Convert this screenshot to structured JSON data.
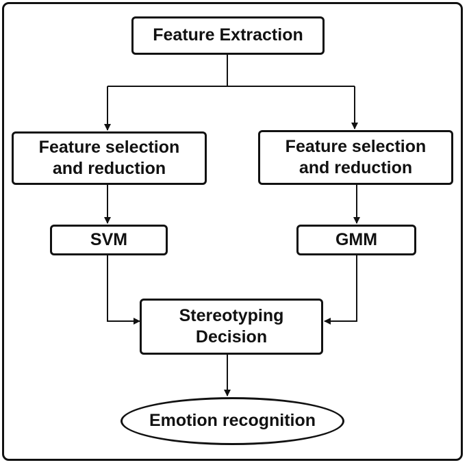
{
  "nodes": {
    "feature_extraction": "Feature Extraction",
    "feature_selection_left": "Feature selection and reduction",
    "feature_selection_right": "Feature selection and reduction",
    "svm": "SVM",
    "gmm": "GMM",
    "stereotyping_decision": "Stereotyping Decision",
    "emotion_recognition": "Emotion recognition"
  },
  "colors": {
    "stroke": "#111111",
    "background": "#ffffff"
  }
}
